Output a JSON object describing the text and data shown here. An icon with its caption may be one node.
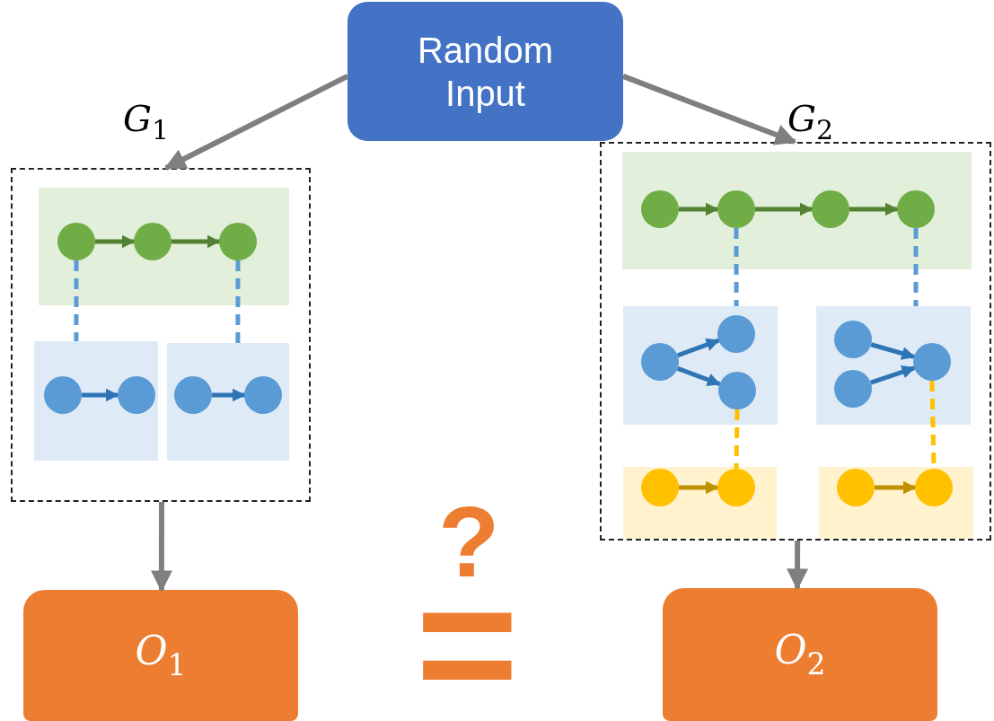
{
  "diagram": {
    "nodes": [
      {
        "text": [
          "Random Input"
        ]
      },
      {
        "text": [
          "*G*$_{1}$"
        ]
      },
      {
        "text": [
          "*G*$_{2}$"
        ]
      },
      {
        "text": [],
        "shape": "box",
        "in": 1
      },
      {
        "text": [],
        "shape": "box",
        "in": 1
      },
      {
        "text": [],
        "shape": "box",
        "in": 1
      },
      {
        "text": [],
        "shape": "circle",
        "in": 3
      },
      {
        "text": [],
        "shape": "circle",
        "in": 3
      },
      {
        "text": [],
        "shape": "circle",
        "in": 3
      },
      {
        "text": [],
        "shape": "circle",
        "in": 4
      },
      {
        "text": [],
        "shape": "circle",
        "in": 4
      },
      {
        "text": [],
        "shape": "circle",
        "in": 5
      },
      {
        "text": [],
        "shape": "circle",
        "in": 5
      },
      {
        "text": [],
        "shape": "box",
        "in": 2
      },
      {
        "text": [],
        "shape": "circle",
        "in": 13
      },
      {
        "text": [],
        "shape": "circle",
        "in": 13
      },
      {
        "text": [],
        "shape": "circle",
        "in": 13
      },
      {
        "text": [],
        "shape": "circle",
        "in": 13
      },
      {
        "text": [],
        "shape": "box",
        "in": 2
      },
      {
        "text": [],
        "shape": "circle",
        "in": 18
      },
      {
        "text": [],
        "shape": "circle",
        "in": 18
      },
      {
        "text": [],
        "shape": "circle",
        "in": 18
      },
      {
        "text": [],
        "shape": "box",
        "in": 2
      },
      {
        "text": [],
        "shape": "circle",
        "in": 22
      },
      {
        "text": [],
        "shape": "circle",
        "in": 22
      },
      {
        "text": [],
        "shape": "circle",
        "in": 22
      },
      {
        "text": [],
        "shape": "box",
        "in": 2
      },
      {
        "text": [],
        "shape": "circle",
        "in": 26
      },
      {
        "text": [],
        "shape": "circle",
        "in": 26
      },
      {
        "text": [],
        "shape": "box",
        "in": 2
      },
      {
        "text": [],
        "shape": "circle",
        "in": 29
      },
      {
        "text": [],
        "shape": "circle",
        "in": 29
      },
      {
        "text": [
          "*O*$_{1}$"
        ]
      },
      {
        "text": [
          "*O*$_{2}$"
        ]
      }
    ],
    "edges": [
      {
        "from": 0,
        "to": 1,
        "arrow": "to"
      },
      {
        "from": 0,
        "to": 2,
        "arrow": "to"
      },
      {
        "from": 1,
        "to": 32,
        "arrow": "to"
      },
      {
        "from": 2,
        "to": 33,
        "arrow": "to"
      },
      {
        "from": 6,
        "to": 7,
        "arrow": "to",
        "color": "#548235"
      },
      {
        "from": 7,
        "to": 8,
        "arrow": "to",
        "color": "#548235"
      },
      {
        "from": 6,
        "to": 4,
        "arrow": "none",
        "style": "dashed",
        "color": "#5b9bd5"
      },
      {
        "from": 8,
        "to": 5,
        "arrow": "none",
        "style": "dashed",
        "color": "#5b9bd5"
      },
      {
        "from": 9,
        "to": 10,
        "arrow": "to",
        "color": "#2e75b6"
      },
      {
        "from": 11,
        "to": 12,
        "arrow": "to",
        "color": "#2e75b6"
      },
      {
        "from": 14,
        "to": 15,
        "arrow": "to",
        "color": "#548235"
      },
      {
        "from": 15,
        "to": 16,
        "arrow": "to",
        "color": "#548235"
      },
      {
        "from": 16,
        "to": 17,
        "arrow": "to",
        "color": "#548235"
      },
      {
        "from": 15,
        "to": 18,
        "arrow": "none",
        "style": "dashed",
        "color": "#5b9bd5"
      },
      {
        "from": 17,
        "to": 22,
        "arrow": "none",
        "style": "dashed",
        "color": "#5b9bd5"
      },
      {
        "from": 19,
        "to": 20,
        "arrow": "to",
        "color": "#2e75b6"
      },
      {
        "from": 19,
        "to": 21,
        "arrow": "to",
        "color": "#2e75b6"
      },
      {
        "from": 23,
        "to": 25,
        "arrow": "to",
        "color": "#2e75b6"
      },
      {
        "from": 24,
        "to": 25,
        "arrow": "to",
        "color": "#2e75b6"
      },
      {
        "from": 21,
        "to": 28,
        "arrow": "none",
        "style": "dashed",
        "color": "#ffc000"
      },
      {
        "from": 25,
        "to": 31,
        "arrow": "none",
        "style": "dashed",
        "color": "#ffc000"
      },
      {
        "from": 27,
        "to": 28,
        "arrow": "to",
        "color": "#bf9000"
      },
      {
        "from": 30,
        "to": 31,
        "arrow": "to",
        "color": "#bf9000"
      }
    ],
    "labels": [
      "?",
      "="
    ]
  }
}
